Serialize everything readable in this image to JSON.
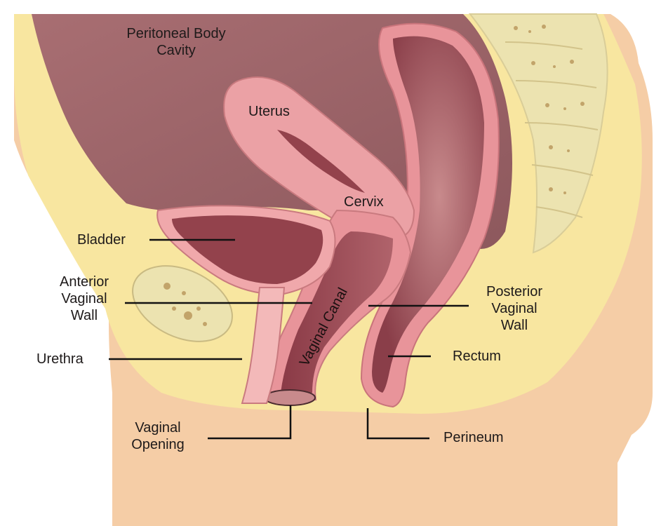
{
  "labels": {
    "peritoneal": [
      "Peritoneal Body",
      "Cavity"
    ],
    "uterus": "Uterus",
    "cervix": "Cervix",
    "bladder": "Bladder",
    "anterior_wall": [
      "Anterior",
      "Vaginal",
      "Wall"
    ],
    "urethra": "Urethra",
    "vaginal_canal": "Vaginal Canal",
    "posterior_wall": [
      "Posterior",
      "Vaginal",
      "Wall"
    ],
    "rectum": "Rectum",
    "vaginal_opening": [
      "Vaginal",
      "Opening"
    ],
    "perineum": "Perineum"
  },
  "colors": {
    "skin": "#f5cda6",
    "fat": "#f8e6a0",
    "cavity": "#9c6468",
    "tissue": "#e8949a",
    "tissue_light": "#f3b9b9",
    "lumen": "#93424c",
    "bone": "#ece3b0",
    "bone_dot": "#c2a46a",
    "leader": "#111111"
  }
}
